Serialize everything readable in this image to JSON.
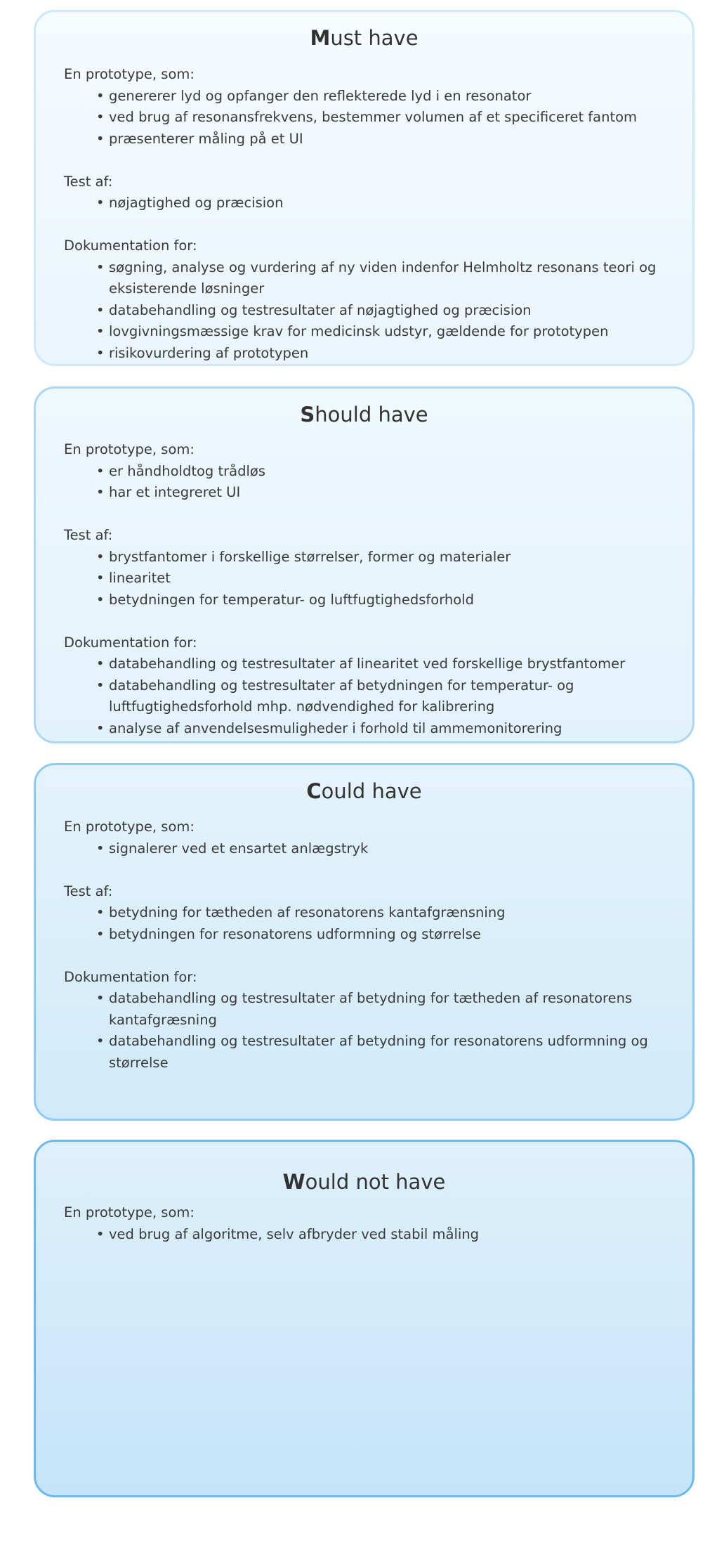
{
  "panels": [
    {
      "title_initial": "M",
      "title_rest": "ust have",
      "sections": [
        {
          "label": "En prototype, som:",
          "items": [
            "genererer lyd og opfanger den reflekterede lyd i en resonator",
            "ved brug af resonansfrekvens, bestemmer volumen af et specificeret fantom",
            "præsenterer måling på et UI"
          ]
        },
        {
          "label": "Test af:",
          "items": [
            "nøjagtighed og præcision"
          ]
        },
        {
          "label": "Dokumentation for:",
          "items": [
            "søgning, analyse og vurdering af ny viden indenfor Helmholtz resonans teori og eksisterende løsninger",
            "databehandling og testresultater af nøjagtighed og præcision",
            "lovgivningsmæssige krav for medicinsk udstyr, gældende for prototypen",
            "risikovurdering af prototypen"
          ]
        }
      ]
    },
    {
      "title_initial": "S",
      "title_rest": "hould have",
      "sections": [
        {
          "label": "En prototype, som:",
          "items": [
            "er håndholdtog trådløs",
            "har et integreret UI"
          ]
        },
        {
          "label": "Test af:",
          "items": [
            "brystfantomer i forskellige størrelser, former og materialer",
            "linearitet",
            "betydningen for temperatur- og luftfugtighedsforhold"
          ]
        },
        {
          "label": "Dokumentation for:",
          "items": [
            "databehandling og testresultater af linearitet ved forskellige brystfantomer",
            "databehandling og testresultater af betydningen for temperatur- og luftfugtighedsforhold mhp. nødvendighed for kalibrering",
            "analyse af anvendelsesmuligheder i forhold til ammemonitorering"
          ]
        }
      ]
    },
    {
      "title_initial": "C",
      "title_rest": "ould have",
      "sections": [
        {
          "label": "En prototype, som:",
          "items": [
            "signalerer ved et ensartet anlægstryk"
          ]
        },
        {
          "label": "Test af:",
          "items": [
            "betydning for tætheden af resonatorens kantafgrænsning",
            "betydningen for resonatorens udformning og størrelse"
          ]
        },
        {
          "label": "Dokumentation for:",
          "items": [
            "databehandling og testresultater af betydning for tætheden af resonatorens kantafgræsning",
            "databehandling og testresultater af betydning for resonatorens udformning og størrelse"
          ]
        }
      ]
    },
    {
      "title_initial": "W",
      "title_rest": "ould not have",
      "sections": [
        {
          "label": "En prototype, som:",
          "items": [
            "ved brug af algoritme, selv afbryder ved stabil måling"
          ]
        }
      ]
    }
  ],
  "bullet_glyph": "•"
}
